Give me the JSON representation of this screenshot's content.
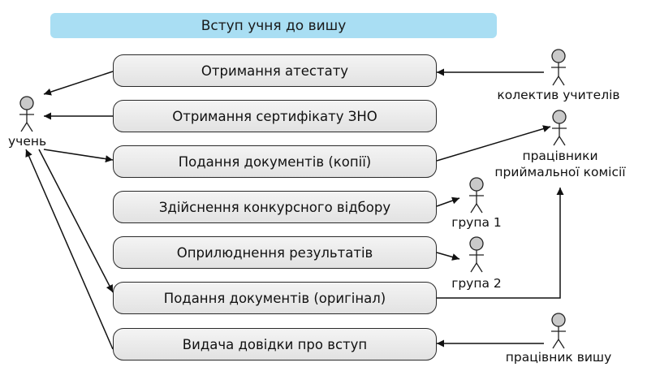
{
  "title": "Вступ учня до вишу",
  "use_cases": [
    "Отримання атестату",
    "Отримання сертифікату ЗНО",
    "Подання документів (копії)",
    "Здійснення конкурсного відбору",
    "Оприлюднення результатів",
    "Подання документів (оригінал)",
    "Видача довідки про вступ"
  ],
  "actors": {
    "student": "учень",
    "teachers": "колектив учителів",
    "admission_line1": "працівники",
    "admission_line2": "приймальної комісії",
    "group1": "група 1",
    "group2": "група 2",
    "university_worker": "працівник вишу"
  }
}
